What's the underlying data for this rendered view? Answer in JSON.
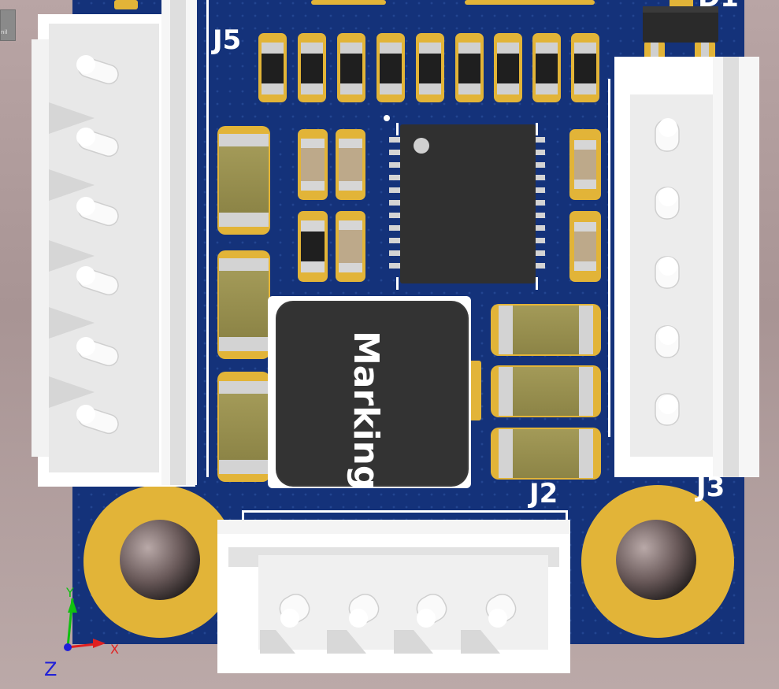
{
  "viewport_thumb": {
    "label": "nil"
  },
  "designators": {
    "j5": "J5",
    "j2": "J2",
    "j3": "J3",
    "d1": "D1"
  },
  "inductor": {
    "marking": "Marking"
  },
  "axes": {
    "z_label": "Z"
  },
  "colors": {
    "background": "#b09c9c",
    "pcb": "#14327a",
    "copper": "#e2b438",
    "silkscreen": "#ffffff",
    "connector": "#eeeeee",
    "ic_body": "#303030",
    "axis_x": "#e02020",
    "axis_y": "#10c010",
    "axis_z": "#2020d8"
  }
}
